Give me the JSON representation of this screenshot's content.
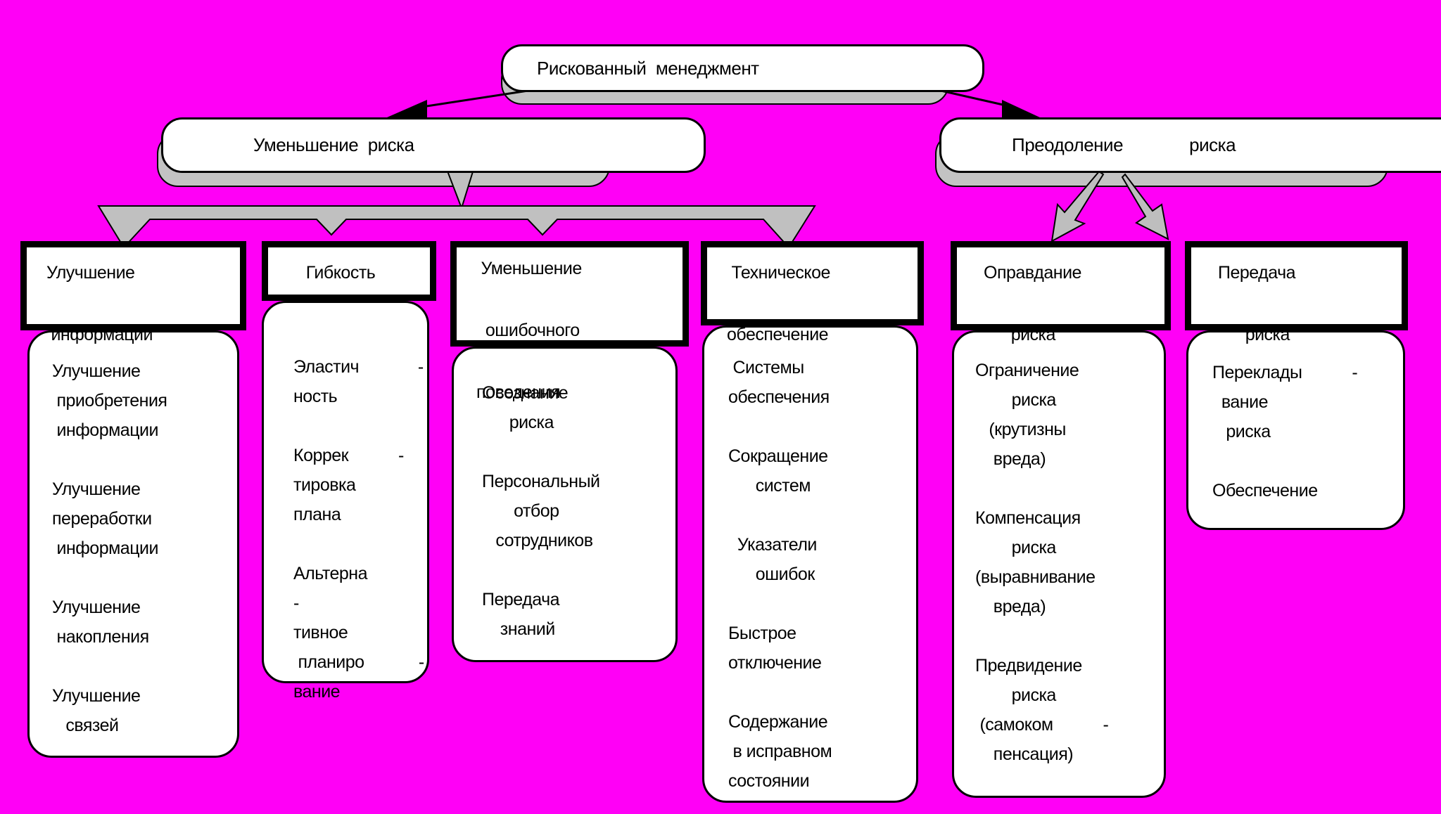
{
  "colors": {
    "background": "#FF00F6",
    "box_fill": "#FFFFFF",
    "border": "#000000",
    "shadow_gray": "#C3C3C3",
    "connector_gray": "#C0C0C0"
  },
  "root": {
    "title": "Рискованный  менеджмент"
  },
  "level2": {
    "left": "Уменьшение  риска",
    "right": "Преодоление              риска"
  },
  "columns": [
    {
      "id": "improve-information",
      "header": [
        "Улучшение",
        " информации"
      ],
      "body": [
        [
          "Улучшение",
          " приобретения",
          " информации"
        ],
        [
          "Улучшение",
          "переработки",
          " информации"
        ],
        [
          "Улучшение",
          " накопления"
        ],
        [
          "Улучшение",
          "   связей"
        ]
      ]
    },
    {
      "id": "flexibility",
      "header": [
        "    Гибкость"
      ],
      "body": [
        [
          "Эластич             -",
          "ность"
        ],
        [
          "Коррек           -",
          "тировка",
          "плана"
        ],
        [
          "Альтерна            -",
          "тивное",
          " планиро            -",
          "вание"
        ]
      ]
    },
    {
      "id": "reduce-erroneous-behavior",
      "header": [
        " Уменьшение",
        "  ошибочного",
        "поведения"
      ],
      "body": [
        [
          "Осознание",
          "      риска"
        ],
        [
          "Персональный",
          "       отбор",
          "   сотрудников"
        ],
        [
          "Передача",
          "    знаний"
        ]
      ]
    },
    {
      "id": "technical-support",
      "header": [
        " Техническое",
        "обеспечение"
      ],
      "body": [
        [
          " Системы",
          "обеспечения"
        ],
        [
          "Сокращение",
          "      систем"
        ],
        [
          "  Указатели",
          "      ошибок"
        ],
        [
          "Быстрое",
          "отключение"
        ],
        [
          "Содержание",
          " в исправном",
          "состоянии"
        ]
      ]
    },
    {
      "id": "risk-justification",
      "header": [
        "Оправдание",
        "      риска"
      ],
      "body": [
        [
          "Ограничение",
          "        риска",
          "   (крутизны",
          "    вреда)"
        ],
        [
          "Компенсация",
          "        риска",
          "(выравнивание",
          "    вреда)"
        ],
        [
          "Предвидение",
          "        риска",
          " (самоком           -",
          "    пенсация)"
        ]
      ]
    },
    {
      "id": "risk-transfer",
      "header": [
        "Передача",
        "      риска"
      ],
      "body": [
        [
          "Переклады           -",
          "  вание",
          "   риска"
        ],
        [
          "Обеспечение"
        ]
      ]
    }
  ]
}
